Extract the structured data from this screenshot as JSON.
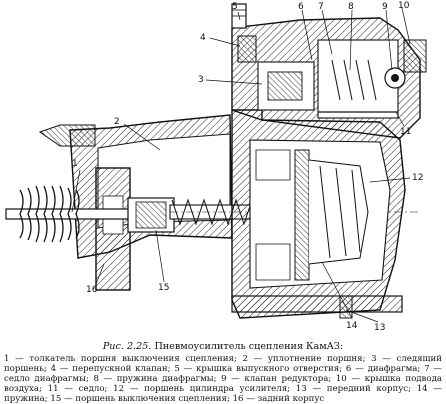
{
  "callouts": [
    "1",
    "2",
    "3",
    "4",
    "5",
    "6",
    "7",
    "8",
    "9",
    "10",
    "11",
    "12",
    "13",
    "14",
    "15",
    "16"
  ],
  "caption": {
    "fig": "Рис. 2.25.",
    "title": "Пневмоусилитель сцепления КамАЗ:",
    "legend": "1 — толкатель поршня выключения сцепления; 2 — уплотнение поршня; 3 — следящий поршень; 4 — перепускной клапан; 5 — крышка выпускного отверстия; 6 — диафрагма; 7 — седло диафрагмы; 8 — пружина диафрагмы; 9 — клапан редуктора; 10 — крышка подвода воздуха; 11 — седло; 12 — поршень цилиндра усилителя; 13 — передний корпус; 14 — пружина; 15 — поршень выключения сцепления; 16 — задний корпус"
  }
}
